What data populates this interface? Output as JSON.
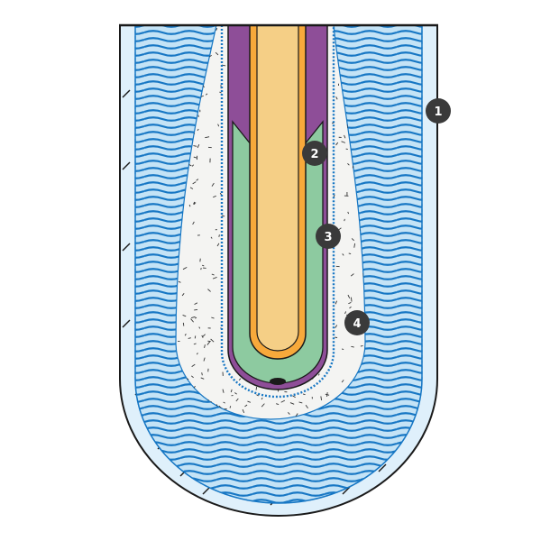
{
  "callouts": [
    {
      "id": "callout-1",
      "label": "1"
    },
    {
      "id": "callout-2",
      "label": "2"
    },
    {
      "id": "callout-3",
      "label": "3"
    },
    {
      "id": "callout-4",
      "label": "4"
    }
  ],
  "colors": {
    "outline": "#1a1a1a",
    "outer_wall": "#dff0fb",
    "water_fill": "#c4e3f6",
    "water_wave": "#1777c4",
    "speckle_fill": "#f4f4f2",
    "speckle_dot": "#333333",
    "purple_layer": "#8e4e98",
    "green_layer": "#8dcaa0",
    "orange_layer": "#f7a93b",
    "core_fill": "#f5cf86",
    "callout_fill": "#3a3a3a",
    "callout_text": "#ffffff"
  }
}
